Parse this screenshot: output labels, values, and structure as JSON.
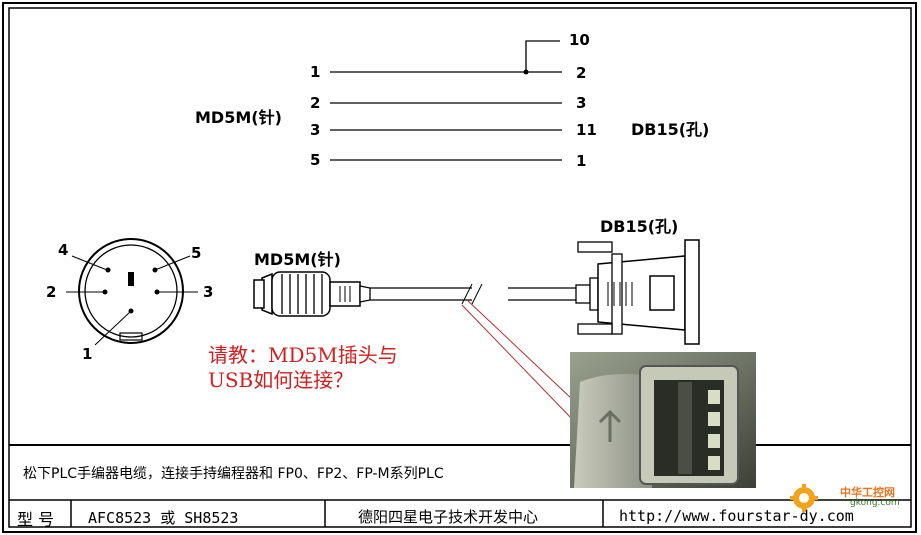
{
  "wiring": {
    "left_connector": "MD5M(针)",
    "right_connector": "DB15(孔)",
    "pins": [
      {
        "left": "1",
        "right": "2"
      },
      {
        "left": "2",
        "right": "3"
      },
      {
        "left": "3",
        "right": "11"
      },
      {
        "left": "5",
        "right": "1"
      }
    ],
    "jumper_pin": "10"
  },
  "socket_pins": [
    "4",
    "5",
    "2",
    "3",
    "1"
  ],
  "drawing": {
    "plug_label": "MD5M(针)",
    "db15_label": "DB15(孔)"
  },
  "question": {
    "line1": "请教：MD5M插头与",
    "line2": "USB如何连接？"
  },
  "footer": {
    "description": "松下PLC手编器电缆，连接手持编程器和 FP0、FP2、FP-M系列PLC",
    "model_label": "型 号",
    "model_value": "AFC8523 或 SH8523",
    "company": "德阳四星电子技术开发中心",
    "url": "http://www.fourstar-dy.com"
  },
  "watermark": {
    "title": "中华工控网",
    "url": "gkong.com"
  },
  "colors": {
    "border": "#000000",
    "question_text": "#d21e1e",
    "annotation_line": "#b03030"
  }
}
